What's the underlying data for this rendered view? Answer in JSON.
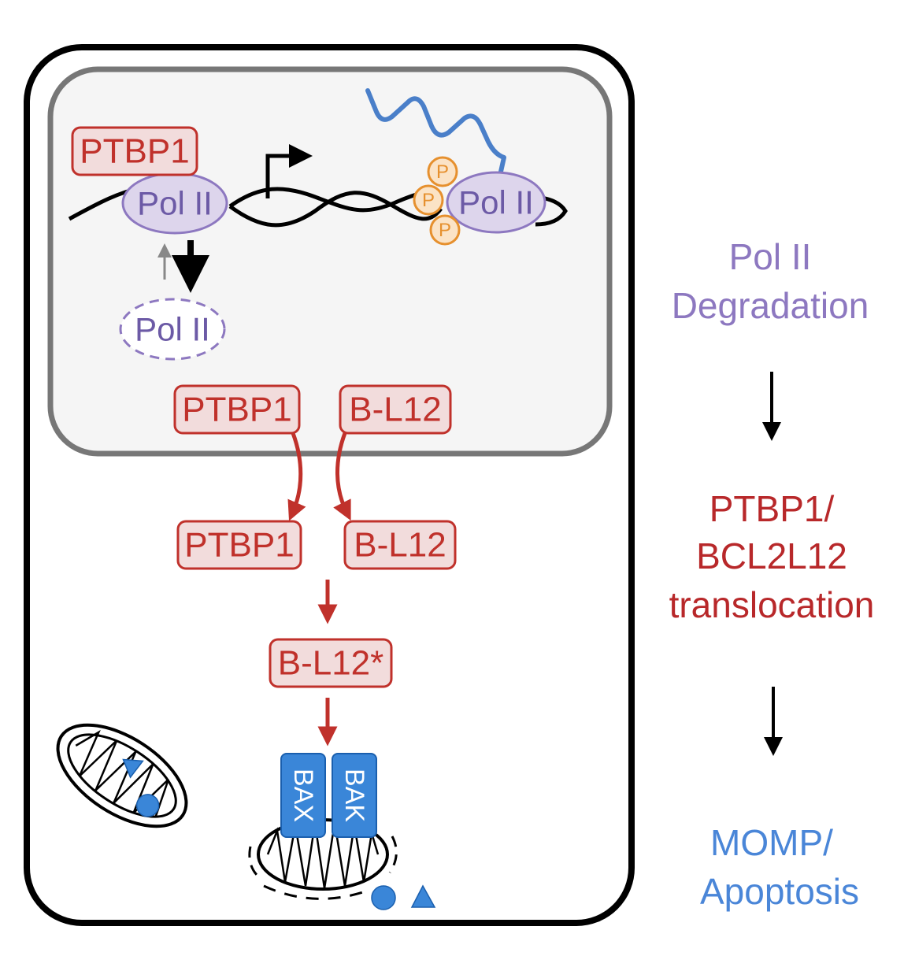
{
  "colors": {
    "red": "#c0312b",
    "red_fill": "#f2dcdc",
    "purple": "#8d78c0",
    "purple_text": "#6c5aa6",
    "purple_fill": "#ddd5ec",
    "blue": "#3a86d8",
    "blue_rna": "#4a7fc9",
    "orange": "#e6902e",
    "orange_fill": "#fbe3c6",
    "nucleus_border": "#777777",
    "nucleus_fill": "#f5f5f5",
    "cell_border": "#000000"
  },
  "nucleus": {
    "ptbp1_top": "PTBP1",
    "pol2_left": "Pol II",
    "pol2_right": "Pol II",
    "pol2_degraded": "Pol II",
    "phospho": [
      "P",
      "P",
      "P"
    ],
    "ptbp1_export": "PTBP1",
    "bl12_export": "B-L12"
  },
  "cytoplasm": {
    "ptbp1": "PTBP1",
    "bl12": "B-L12",
    "bl12_active": "B-L12*",
    "bax": "BAX",
    "bak": "BAK"
  },
  "side_steps": [
    {
      "lines": [
        "Pol II",
        "Degradation"
      ],
      "color": "#8d78c0"
    },
    {
      "lines": [
        "PTBP1/",
        "BCL2L12",
        "translocation"
      ],
      "color": "#b8282a"
    },
    {
      "lines": [
        "MOMP/",
        "Apoptosis"
      ],
      "color": "#4a86d8"
    }
  ]
}
